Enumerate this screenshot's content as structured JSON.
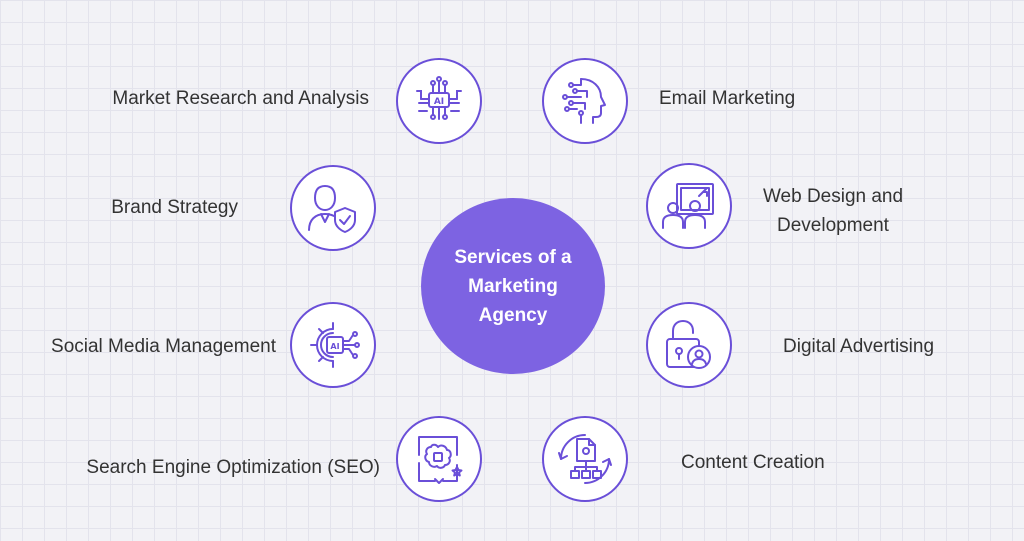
{
  "center": {
    "text": "Services of a Marketing Agency"
  },
  "accent_color": "#6a4fd8",
  "center_color": "#7d63e2",
  "services": [
    {
      "label": "Market Research and Analysis",
      "icon": "ai-chip-icon"
    },
    {
      "label": "Email Marketing",
      "icon": "ai-head-icon"
    },
    {
      "label": "Brand Strategy",
      "icon": "user-shield-icon"
    },
    {
      "label": "Web Design and Development",
      "icon": "presentation-board-icon"
    },
    {
      "label": "Social Media Management",
      "icon": "ai-gear-icon"
    },
    {
      "label": "Digital Advertising",
      "icon": "unlocked-padlock-user-icon"
    },
    {
      "label": "Search Engine Optimization (SEO)",
      "icon": "ai-brain-icon"
    },
    {
      "label": "Content Creation",
      "icon": "document-flow-icon"
    }
  ]
}
